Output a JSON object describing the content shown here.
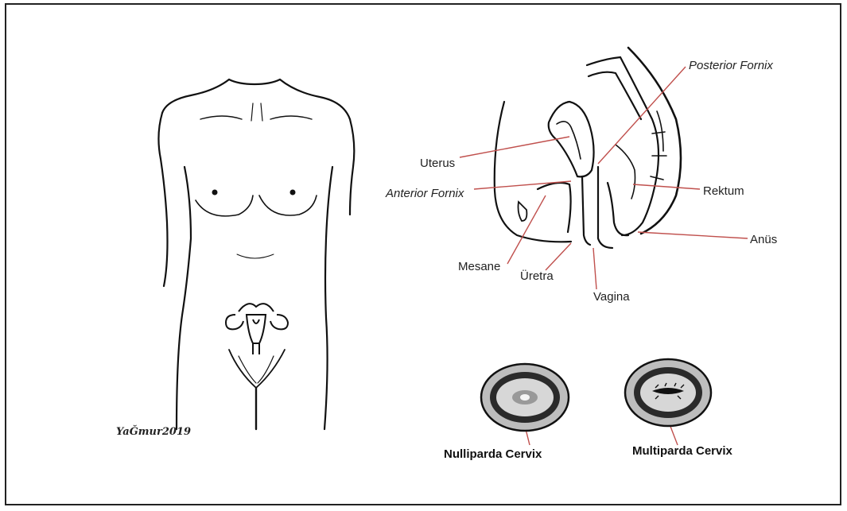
{
  "labels": {
    "posterior_fornix": "Posterior Fornix",
    "uterus": "Uterus",
    "anterior_fornix": "Anterior Fornix",
    "rektum": "Rektum",
    "anus": "Anüs",
    "mesane": "Mesane",
    "uretra": "Üretra",
    "vagina": "Vagina"
  },
  "cervix": {
    "nullipara": "Nulliparda Cervix",
    "multipara": "Multiparda Cervix"
  },
  "signature": "YaĞmur2019",
  "colors": {
    "leader_line": "#c0504d",
    "ink": "#111111"
  }
}
